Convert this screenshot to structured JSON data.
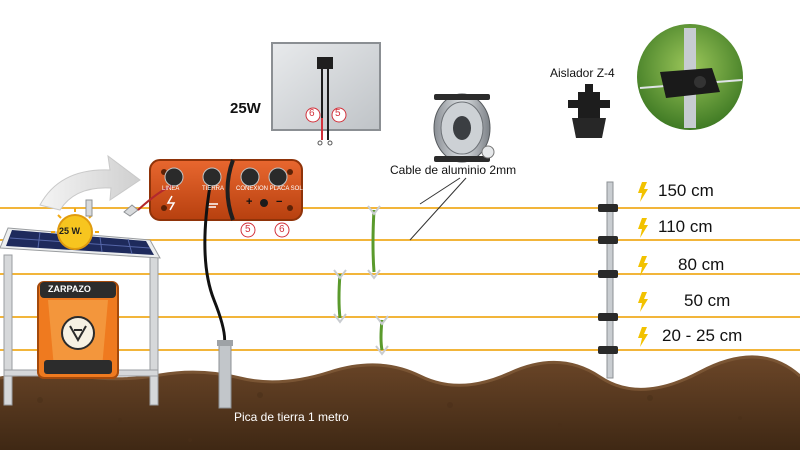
{
  "panel_top": {
    "wattage": "25W",
    "terminal_neg": "6",
    "terminal_pos": "5"
  },
  "controller": {
    "label_line": "LINEA",
    "label_ground": "TIERRA",
    "label_connection": "CONEXION PLACA SOLAR",
    "plus_sign": "+",
    "minus_sign": "−",
    "callout_a": "5",
    "callout_b": "6"
  },
  "energizer": {
    "brand": "ZARPAZO",
    "solar_badge": "25 W."
  },
  "labels": {
    "insulator": "Aislador Z-4",
    "cable": "Cable de aluminio 2mm",
    "ground_rod": "Pica de tierra 1 metro"
  },
  "heights": [
    "150 cm",
    "110 cm",
    "80 cm",
    "50 cm",
    "20 - 25 cm"
  ],
  "colors": {
    "wire": "#f2b53a",
    "ground": "#5a3b22",
    "grass": "#4f8a2a",
    "controller": "#d9501e",
    "bolt": "#f2c200"
  }
}
